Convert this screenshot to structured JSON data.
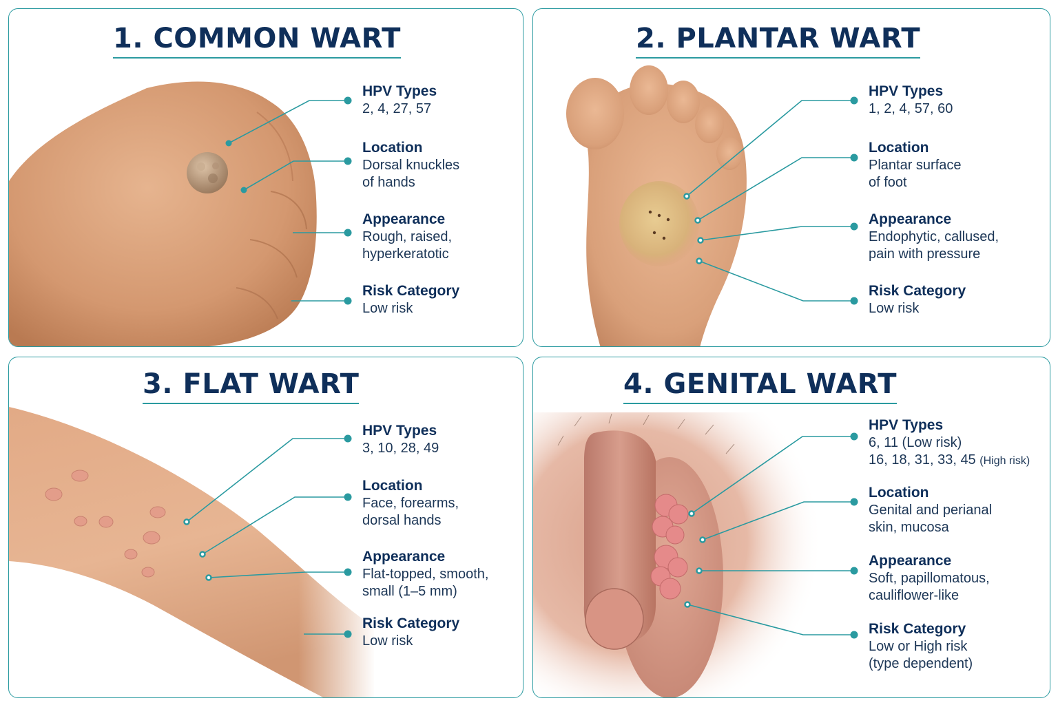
{
  "panels": [
    {
      "title": "1. COMMON WART",
      "hpv_label": "HPV Types",
      "hpv_value": "2, 4, 27, 57",
      "location_label": "Location",
      "location_lines": [
        "Dorsal knuckles",
        "of hands"
      ],
      "appearance_label": "Appearance",
      "appearance_lines": [
        "Rough, raised,",
        "hyperkeratotic"
      ],
      "risk_label": "Risk Category",
      "risk_lines": [
        "Low risk"
      ]
    },
    {
      "title": "2. PLANTAR WART",
      "hpv_label": "HPV Types",
      "hpv_value": "1, 2, 4, 57, 60",
      "location_label": "Location",
      "location_lines": [
        "Plantar surface",
        "of foot"
      ],
      "appearance_label": "Appearance",
      "appearance_lines": [
        "Endophytic, callused,",
        "pain with pressure"
      ],
      "risk_label": "Risk Category",
      "risk_lines": [
        "Low risk"
      ]
    },
    {
      "title": "3. FLAT WART",
      "hpv_label": "HPV Types",
      "hpv_value": "3, 10, 28, 49",
      "location_label": "Location",
      "location_lines": [
        "Face, forearms,",
        "dorsal hands"
      ],
      "appearance_label": "Appearance",
      "appearance_lines": [
        "Flat-topped, smooth,",
        "small (1–5 mm)"
      ],
      "risk_label": "Risk Category",
      "risk_lines": [
        "Low risk"
      ]
    },
    {
      "title": "4. GENITAL WART",
      "hpv_label": "HPV Types",
      "hpv_line1": "6, 11 (Low risk)",
      "hpv_line2_main": "16, 18, 31, 33, 45",
      "hpv_line2_note": "(High risk)",
      "location_label": "Location",
      "location_lines": [
        "Genital and perianal",
        "skin, mucosa"
      ],
      "appearance_label": "Appearance",
      "appearance_lines": [
        "Soft, papillomatous,",
        "cauliflower-like"
      ],
      "risk_label": "Risk Category",
      "risk_lines": [
        "Low or High risk",
        "(type dependent)"
      ]
    }
  ],
  "colors": {
    "title": "#0f2f5a",
    "accent": "#2a9aa0",
    "border": "#2a9aa0",
    "skin": "#d9a07a"
  }
}
